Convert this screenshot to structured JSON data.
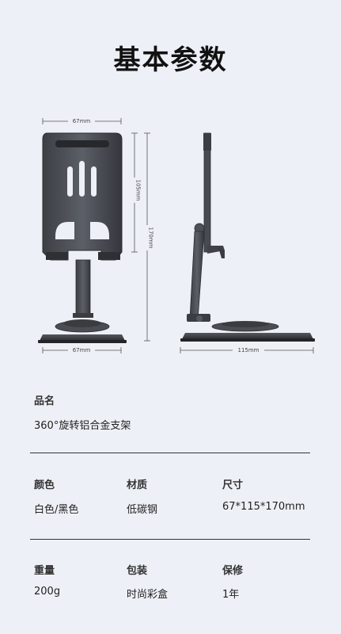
{
  "title": "基本参数",
  "diagram": {
    "front_top_width": "67mm",
    "front_bottom_width": "67mm",
    "front_height_inner": "105mm",
    "front_height_total": "170mm",
    "side_depth": "115mm"
  },
  "specs": {
    "product_name": {
      "label": "品名",
      "value": "360°旋转铝合金支架"
    },
    "row2": [
      {
        "label": "颜色",
        "value": "白色/黑色"
      },
      {
        "label": "材质",
        "value": "低碳钢"
      },
      {
        "label": "尺寸",
        "value": "67*115*170mm"
      }
    ],
    "row3": [
      {
        "label": "重量",
        "value": "200g"
      },
      {
        "label": "包装",
        "value": "时尚彩盒"
      },
      {
        "label": "保修",
        "value": "1年"
      }
    ]
  }
}
